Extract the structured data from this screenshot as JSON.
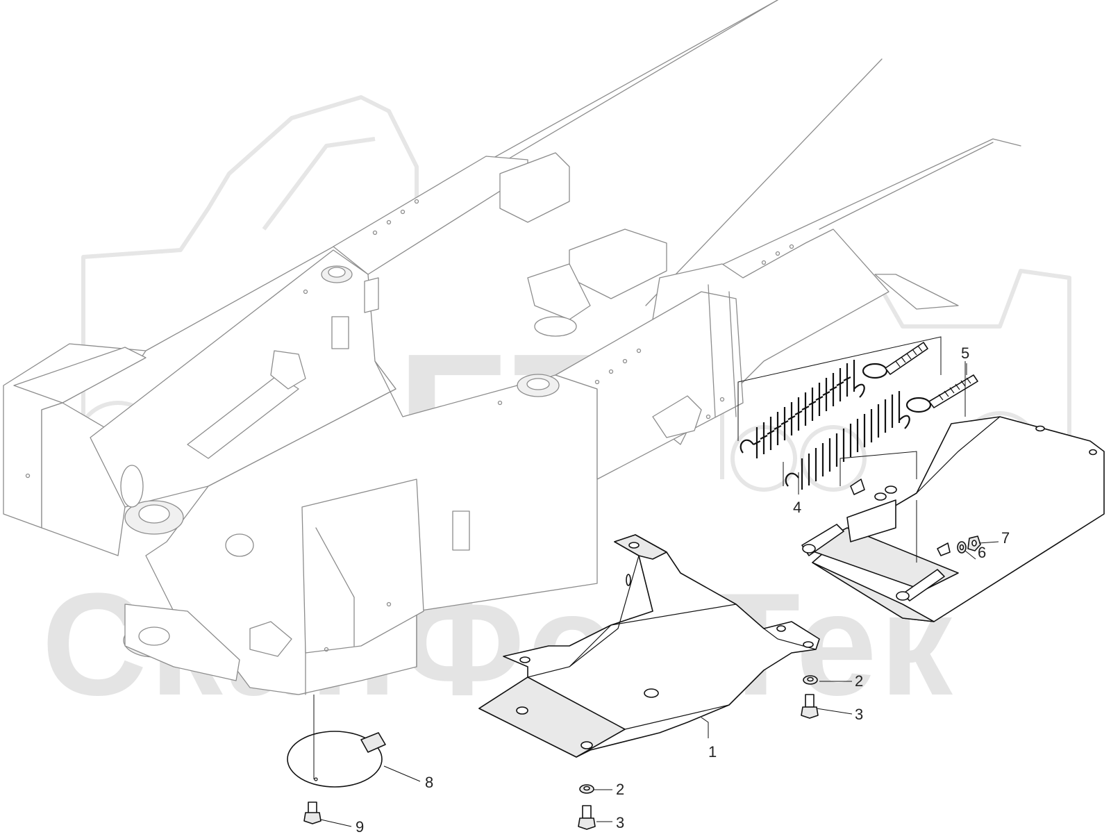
{
  "diagram": {
    "watermark": {
      "logo_text": "SFT",
      "company_text": "СканФорТек"
    },
    "callouts": [
      {
        "id": "c1",
        "label": "1"
      },
      {
        "id": "c2a",
        "label": "2"
      },
      {
        "id": "c2b",
        "label": "2"
      },
      {
        "id": "c3a",
        "label": "3"
      },
      {
        "id": "c3b",
        "label": "3"
      },
      {
        "id": "c4",
        "label": "4"
      },
      {
        "id": "c5",
        "label": "5"
      },
      {
        "id": "c6",
        "label": "6"
      },
      {
        "id": "c7",
        "label": "7"
      },
      {
        "id": "c8",
        "label": "8"
      },
      {
        "id": "c9",
        "label": "9"
      }
    ]
  }
}
